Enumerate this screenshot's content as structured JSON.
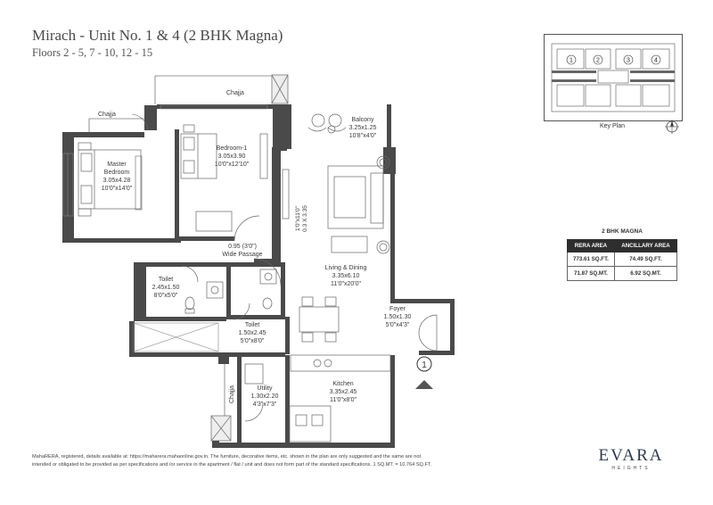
{
  "header": {
    "title": "Mirach - Unit No. 1 & 4 (2 BHK Magna)",
    "floors": "Floors 2 - 5, 7 - 10, 12 - 15"
  },
  "rooms": {
    "master": {
      "name1": "Master",
      "name2": "Bedroom",
      "dim_m": "3.05x4.28",
      "dim_ft": "10'0\"x14'0\""
    },
    "bedroom1": {
      "name": "Bedroom-1",
      "dim_m": "3.05x3.90",
      "dim_ft": "10'0\"x12'10\""
    },
    "balcony": {
      "name": "Balcony",
      "dim_m": "3.25x1.25",
      "dim_ft": "10'8\"x4'0\""
    },
    "living": {
      "name": "Living & Dining",
      "dim_m": "3.35x6.10",
      "dim_ft": "11'0\"x20'0\""
    },
    "passage": {
      "dim": "0.95 (3'0\")",
      "name": "Wide Passage"
    },
    "toilet1": {
      "name": "Toilet",
      "dim_m": "2.45x1.50",
      "dim_ft": "8'0\"x5'0\""
    },
    "toilet2": {
      "name": "Toilet",
      "dim_m": "1.50x2.45",
      "dim_ft": "5'0\"x8'0\""
    },
    "foyer": {
      "name": "Foyer",
      "dim_m": "1.50x1.30",
      "dim_ft": "5'0\"x4'3\""
    },
    "kitchen": {
      "name": "Kitchen",
      "dim_m": "3.35x2.45",
      "dim_ft": "11'0\"x8'0\""
    },
    "utility": {
      "name": "Utility",
      "dim_m": "1.30x2.20",
      "dim_ft": "4'3\"x7'3\""
    },
    "wall_dim": {
      "line1": "0.3 X 3.35",
      "line2": "1'0\"x11'0\""
    },
    "chajja_top": "Chajja",
    "chajja_left": "Chajja",
    "chajja_bottom": "Chajja",
    "unit_marker": "1"
  },
  "keyplan": {
    "label": "Key Plan",
    "units": [
      "1",
      "2",
      "3",
      "4"
    ]
  },
  "area_table": {
    "title": "2 BHK MAGNA",
    "headers": [
      "RERA AREA",
      "ANCILLARY AREA"
    ],
    "rows": [
      [
        "773.61 SQ.FT.",
        "74.49 SQ.FT."
      ],
      [
        "71.87 SQ.MT.",
        "6.92 SQ.MT."
      ]
    ]
  },
  "disclaimer": {
    "line1": "MahaRERA, registered, details available at: https://maharera.mahaonline.gov.in. The furniture, decorative items, etc. shown in the plan are only suggested and the same are not",
    "line2": "intended or obligated to be provided as per specifications and /or service in the apartment / flat / unit and does not form part of the standard specifications. 1 SQ.MT. = 10.764 SQ.FT."
  },
  "brand": {
    "name": "EVARA",
    "sub": "HEIGHTS"
  }
}
